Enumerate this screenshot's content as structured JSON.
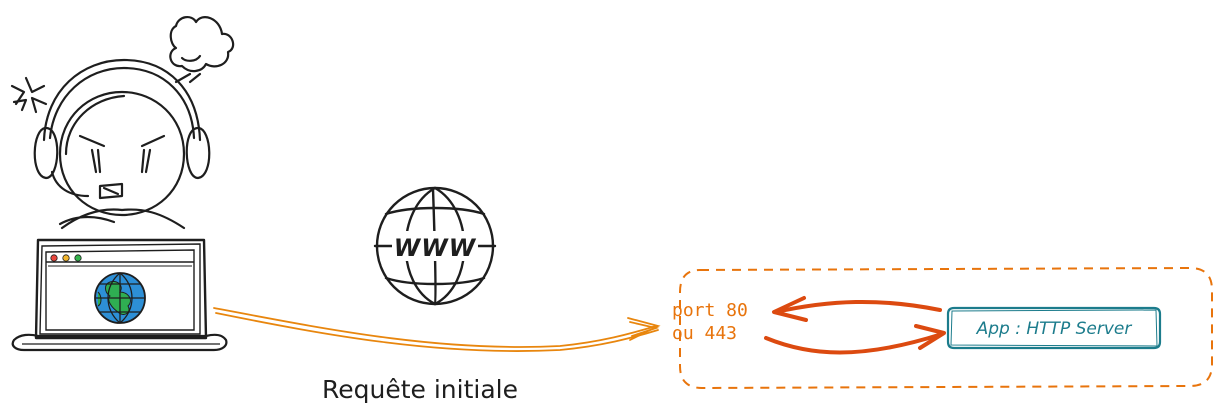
{
  "diagram": {
    "request_label": "Requête initiale",
    "internet_label": "WWW",
    "server_box": {
      "port_line1": "port 80",
      "port_line2": "ou 443",
      "app_label": "App : HTTP Server"
    }
  },
  "icons": {
    "user": "angry-user-with-headset-icon",
    "laptop": "laptop-browser-icon",
    "internet": "www-globe-icon"
  },
  "colors": {
    "ink": "#1e1e1e",
    "orange_dashed": "#e8740c",
    "request_arrow": "#e8860e",
    "response_arrow": "#dc4a10",
    "app_box": "#1c7c8c",
    "globe_blue": "#2d8fd6",
    "globe_green": "#2fae52",
    "dot_red": "#e8453c",
    "dot_yellow": "#f2b62e",
    "dot_green": "#33b34b"
  }
}
